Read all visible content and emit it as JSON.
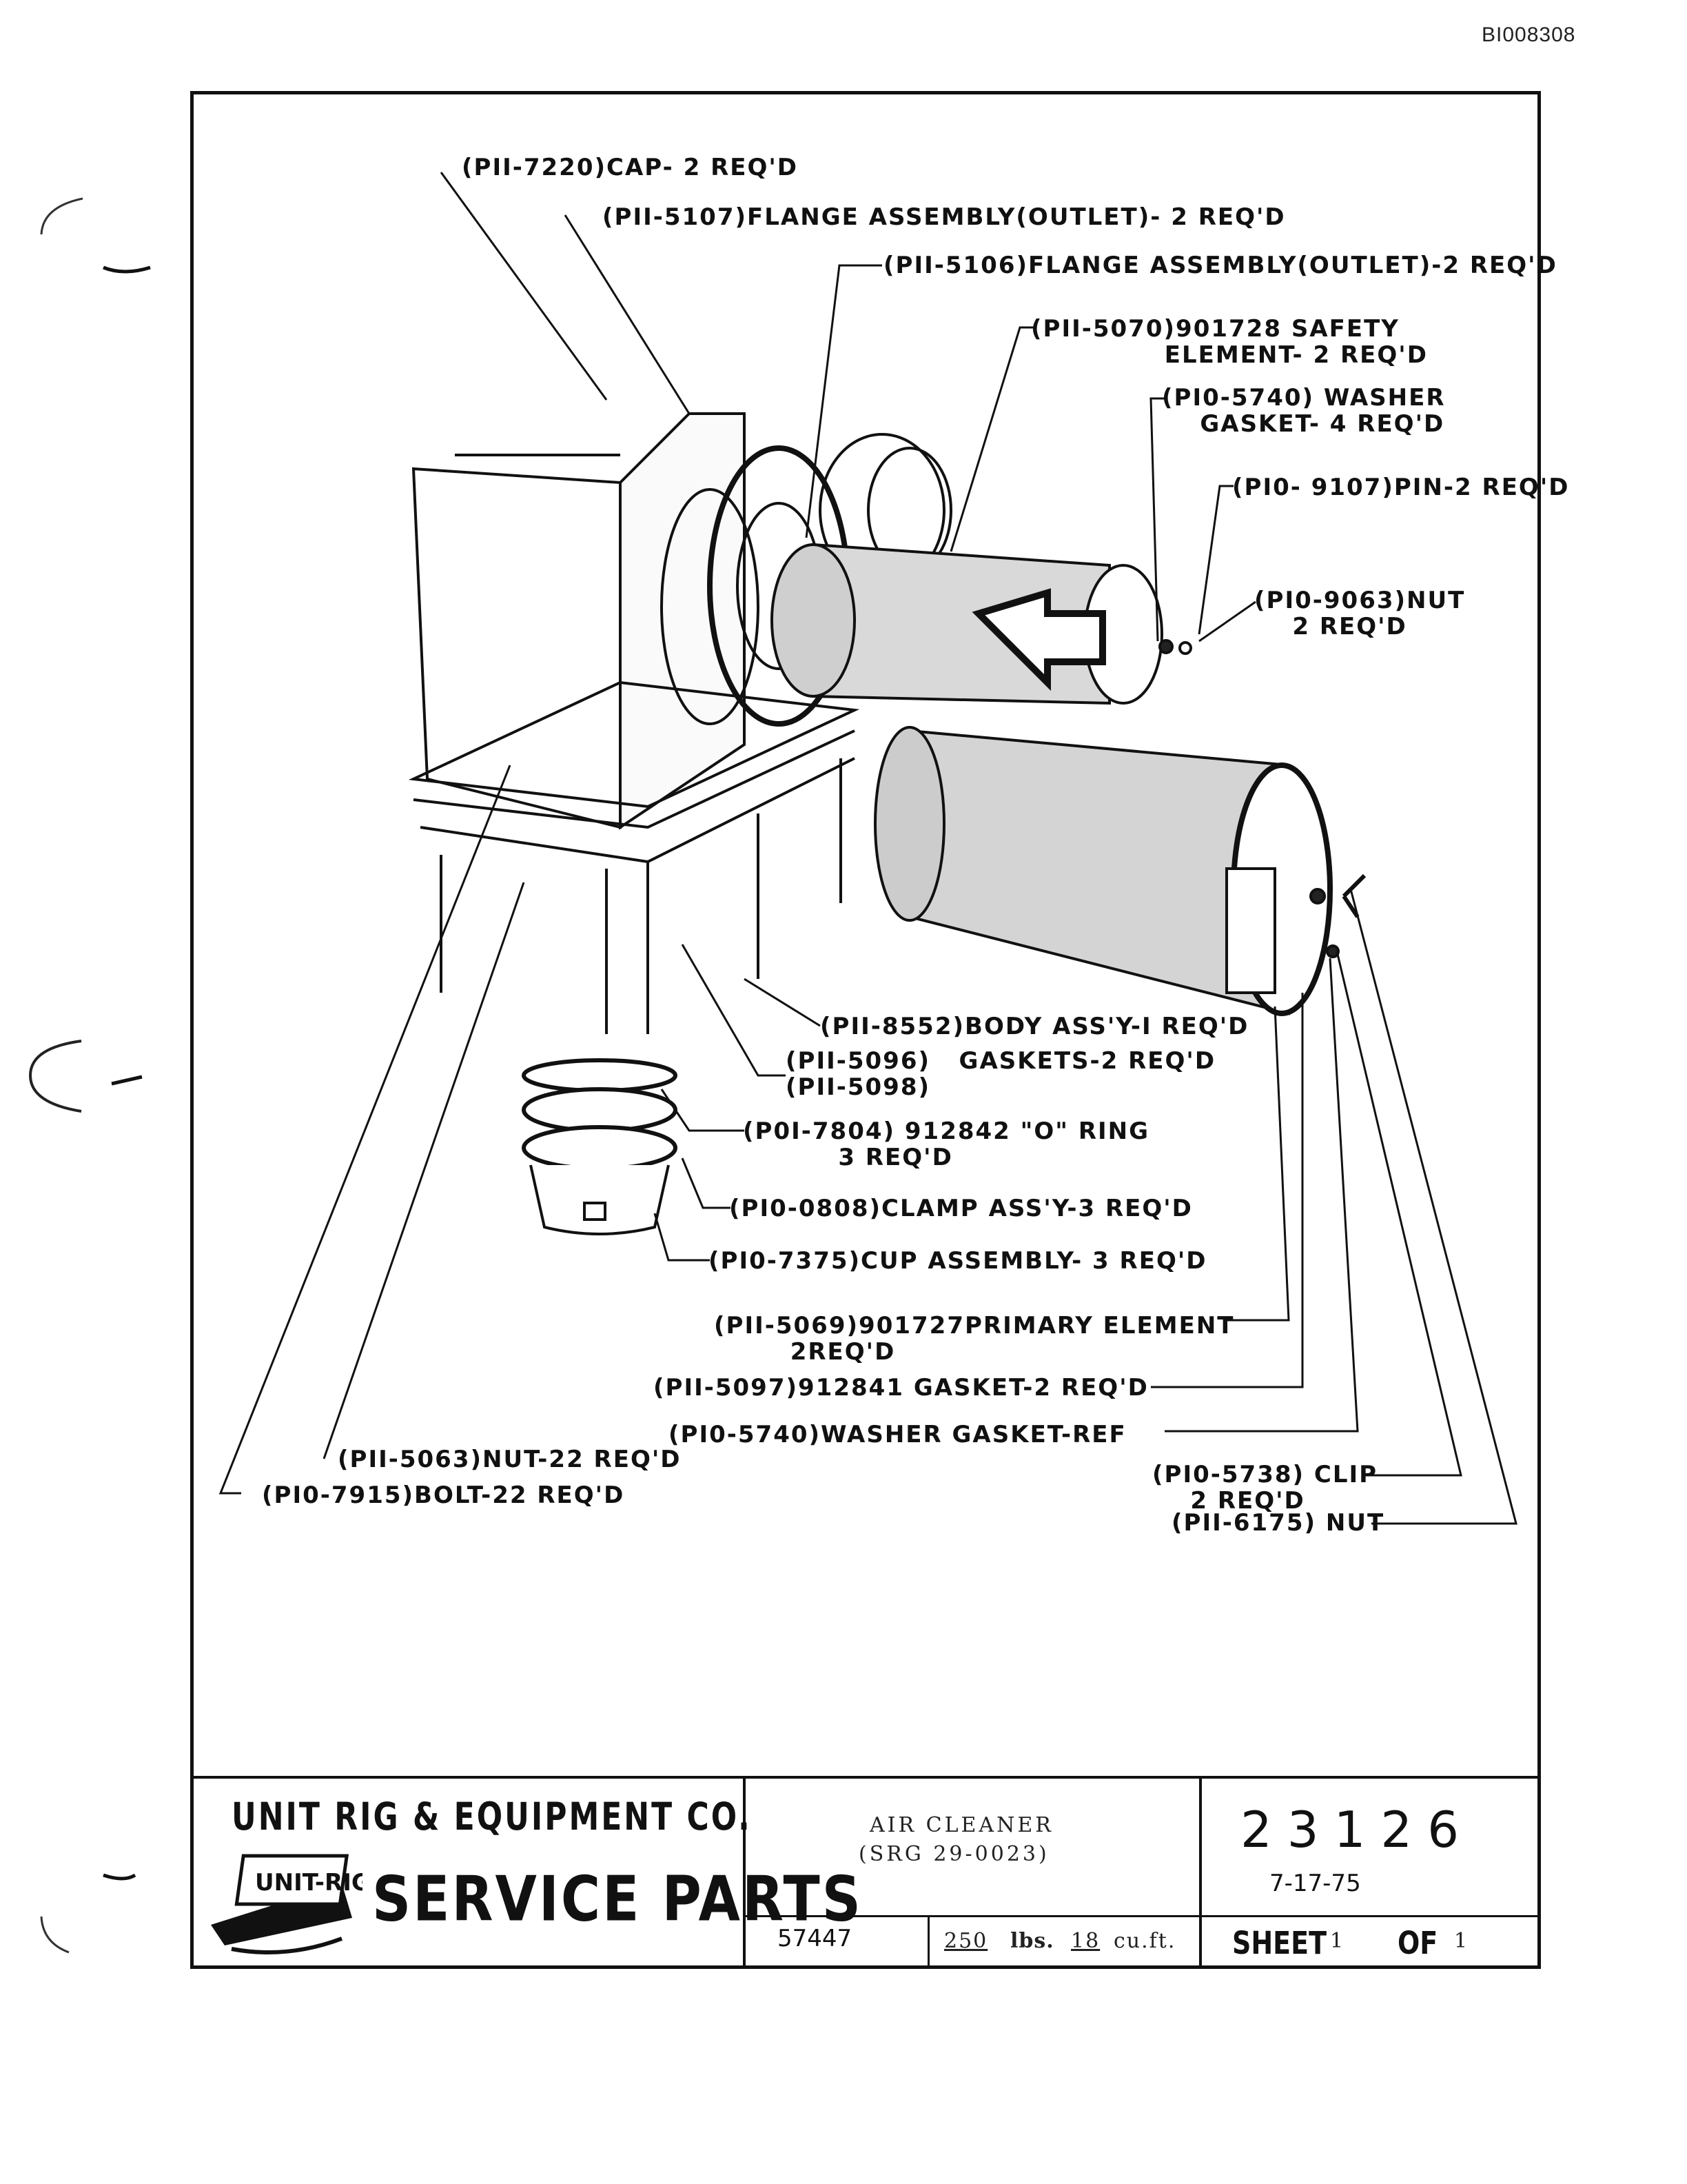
{
  "doc_id": "BI008308",
  "callouts": [
    {
      "text": "(PII-7220)CAP- 2 REQ'D"
    },
    {
      "text": "(PII-5107)FLANGE ASSEMBLY(OUTLET)- 2 REQ'D"
    },
    {
      "text": "(PII-5106)FLANGE ASSEMBLY(OUTLET)-2 REQ'D"
    },
    {
      "text": "(PII-5070)901728 SAFETY\n              ELEMENT- 2 REQ'D"
    },
    {
      "text": "(PI0-5740) WASHER\n    GASKET- 4 REQ'D"
    },
    {
      "text": "(PI0- 9107)PIN-2 REQ'D"
    },
    {
      "text": "(PI0-9063)NUT\n    2 REQ'D"
    },
    {
      "text": "(PII-8552)BODY ASS'Y-I REQ'D"
    },
    {
      "text": "(PII-5096)   GASKETS-2 REQ'D\n(PII-5098)"
    },
    {
      "text": "(P0I-7804) 912842 \"O\" RING\n          3 REQ'D"
    },
    {
      "text": "(PI0-0808)CLAMP ASS'Y-3 REQ'D"
    },
    {
      "text": "(PI0-7375)CUP ASSEMBLY- 3 REQ'D"
    },
    {
      "text": "(PII-5069)901727PRIMARY ELEMENT\n        2REQ'D"
    },
    {
      "text": "(PII-5097)912841 GASKET-2 REQ'D"
    },
    {
      "text": "(PI0-5740)WASHER GASKET-REF"
    },
    {
      "text": "(PII-5063)NUT-22 REQ'D"
    },
    {
      "text": "(PI0-7915)BOLT-22 REQ'D"
    },
    {
      "text": "(PI0-5738) CLIP\n    2 REQ'D"
    },
    {
      "text": "(PII-6175) NUT"
    }
  ],
  "title_block": {
    "company": "UNIT RIG & EQUIPMENT CO.",
    "logo_text": "UNIT-RIG",
    "service": "SERVICE PARTS",
    "title_line1": "AIR CLEANER",
    "title_line2": "(SRG 29-0023)",
    "drawing_number": "23126",
    "date": "7-17-75",
    "part_number": "57447",
    "weight": "250",
    "weight_unit": "lbs.",
    "volume": "18",
    "volume_unit": "cu.ft.",
    "sheet_label": "SHEET",
    "sheet_number": "1",
    "of_label": "OF",
    "sheet_total": "1"
  }
}
